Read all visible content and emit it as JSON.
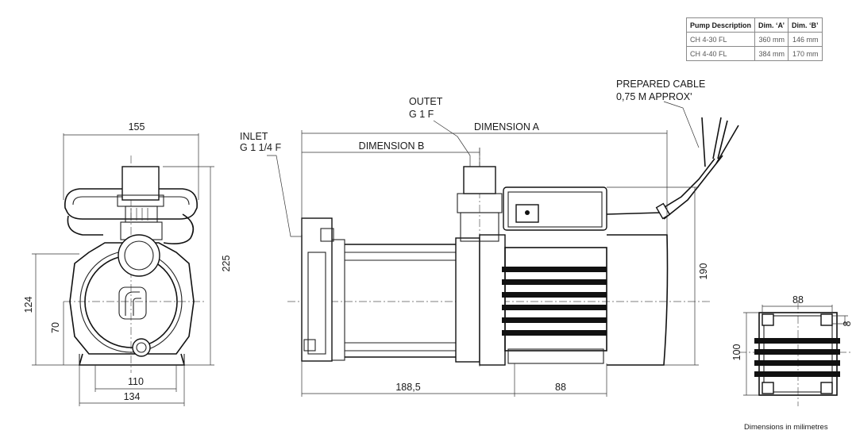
{
  "table": {
    "headers": [
      "Pump Description",
      "Dim. ‘A’",
      "Dim. ‘B’"
    ],
    "rows": [
      [
        "CH 4-30 FL",
        "360 mm",
        "146 mm"
      ],
      [
        "CH 4-40 FL",
        "384 mm",
        "170 mm"
      ]
    ]
  },
  "labels": {
    "inlet_1": "INLET",
    "inlet_2": "G 1 1/4 F",
    "outlet_1": "OUTET",
    "outlet_2": "G 1 F",
    "cable_1": "PREPARED CABLE",
    "cable_2": "0,75 M APPROX'",
    "dimension_a": "DIMENSION A",
    "dimension_b": "DIMENSION B"
  },
  "dimensions": {
    "front_width_top": "155",
    "front_height_total": "225",
    "front_height_124": "124",
    "front_height_70": "70",
    "front_base_110": "110",
    "front_base_134": "134",
    "side_188": "188,5",
    "side_88": "88",
    "side_height_190": "190",
    "base_width_88": "88",
    "base_hole_8": "8",
    "base_depth_100": "100"
  },
  "footer_note": "Dimensions in milimetres"
}
